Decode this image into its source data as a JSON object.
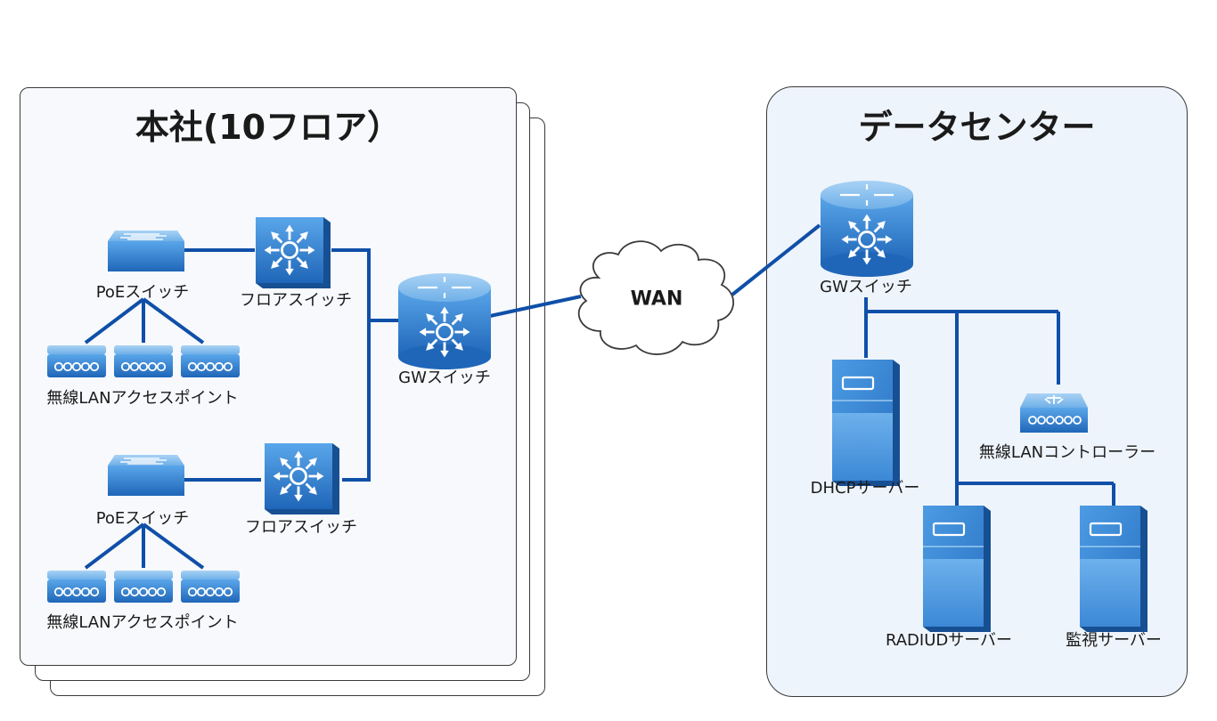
{
  "hq": {
    "title": "本社(10フロア）",
    "poe_switch_label": "PoEスイッチ",
    "floor_switch_label": "フロアスイッチ",
    "ap_label": "無線LANアクセスポイント",
    "gw_switch_label": "GWスイッチ"
  },
  "wan": {
    "label": "WAN"
  },
  "datacenter": {
    "title": "データセンター",
    "gw_switch_label": "GWスイッチ",
    "dhcp_label": "DHCPサーバー",
    "wlc_label": "無線LANコントローラー",
    "radius_label": "RADIUDサーバー",
    "monitor_label": "監視サーバー"
  },
  "colors": {
    "link": "#0f4fa8",
    "device_light": "#5b9fe0",
    "device_dark": "#1d63b5",
    "hq_bg": "#f7f9fc",
    "dc_bg": "#eef4fb"
  }
}
